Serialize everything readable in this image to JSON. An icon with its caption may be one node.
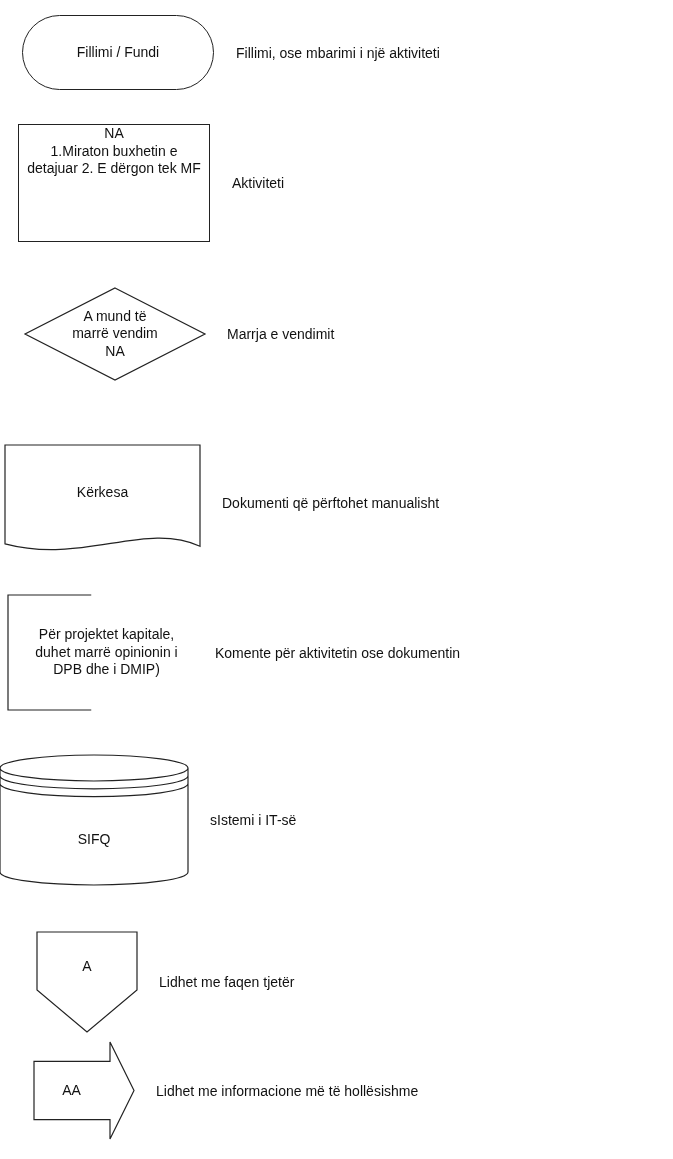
{
  "diagram": {
    "nodes": [
      {
        "text": [
          "Fillimi / Fundi"
        ],
        "beside": [
          "Fillimi, ose mbarimi i një aktiviteti"
        ]
      },
      {
        "text": [
          "NA",
          "1.Miraton buxhetin e detajuar 2. E dërgon tek MF"
        ],
        "beside": [
          "Aktiviteti"
        ]
      },
      {
        "text": [
          "A mund të marrë vendim NA"
        ],
        "beside": [
          "Marrja e vendimit"
        ]
      },
      {
        "text": [
          "Kërkesa"
        ],
        "beside": [
          "Dokumenti që përftohet manualisht"
        ]
      },
      {
        "text": [
          "Për projektet kapitale, duhet marrë opinionin i DPB dhe i DMIP)"
        ],
        "beside": [
          "Komente për aktivitetin ose dokumentin"
        ]
      },
      {
        "text": [
          "SIFQ"
        ],
        "beside": [
          "sIstemi i IT-së"
        ]
      },
      {
        "text": [
          "A"
        ],
        "beside": [
          "Lidhet me faqen tjetër"
        ]
      },
      {
        "text": [
          "AA"
        ],
        "beside": [
          "Lidhet me informacione më të hollësishme"
        ]
      }
    ]
  }
}
